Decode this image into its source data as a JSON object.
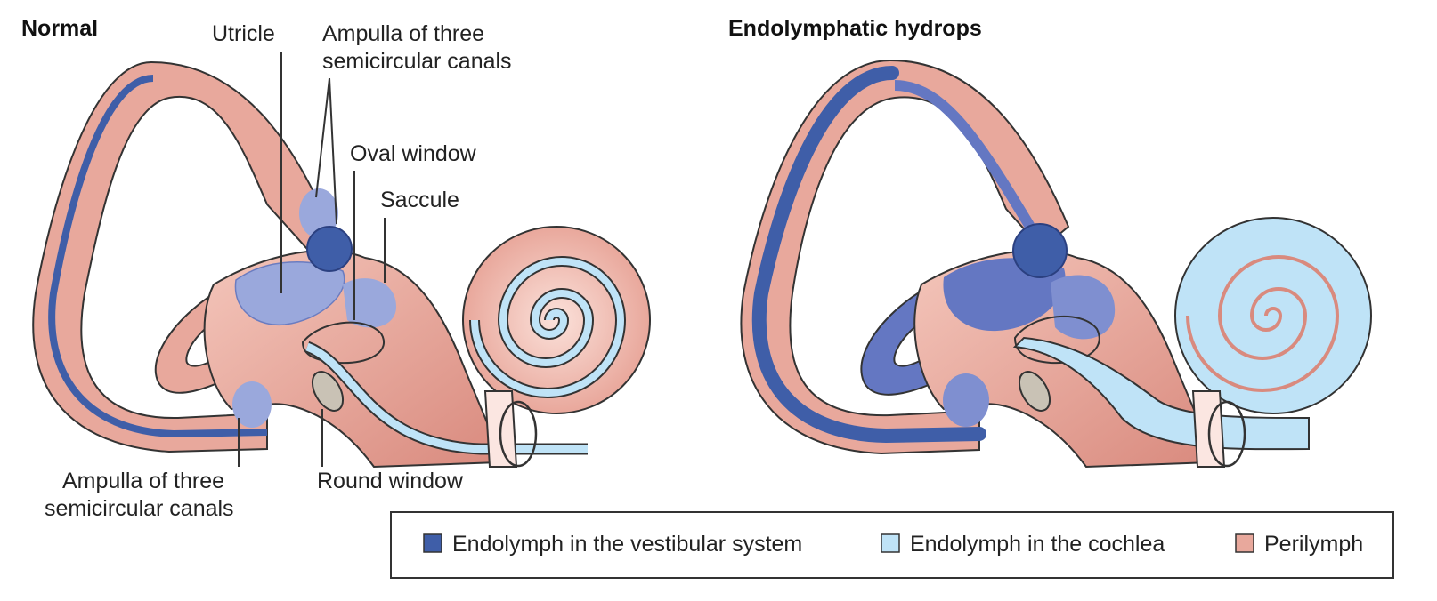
{
  "panels": {
    "normal": {
      "title": "Normal",
      "labels": {
        "utricle": "Utricle",
        "ampulla_top_line1": "Ampulla of three",
        "ampulla_top_line2": "semicircular canals",
        "oval_window": "Oval window",
        "saccule": "Saccule",
        "round_window": "Round window",
        "ampulla_bottom_line1": "Ampulla of three",
        "ampulla_bottom_line2": "semicircular canals"
      }
    },
    "hydrops": {
      "title": "Endolymphatic hydrops"
    }
  },
  "legend": {
    "items": [
      {
        "label": "Endolymph in the vestibular system",
        "color": "#3f5ea8"
      },
      {
        "label": "Endolymph in the cochlea",
        "color": "#bfe3f7"
      },
      {
        "label": "Perilymph",
        "color": "#e8a89c"
      }
    ]
  },
  "colors": {
    "perilymph": "#e8a89c",
    "perilymph_dark": "#cf7e72",
    "perilymph_light": "#f3c9bf",
    "vestibular": "#3f5ea8",
    "vestibular_light": "#9aa8dc",
    "cochlea": "#bfe3f7",
    "outline": "#333333"
  }
}
